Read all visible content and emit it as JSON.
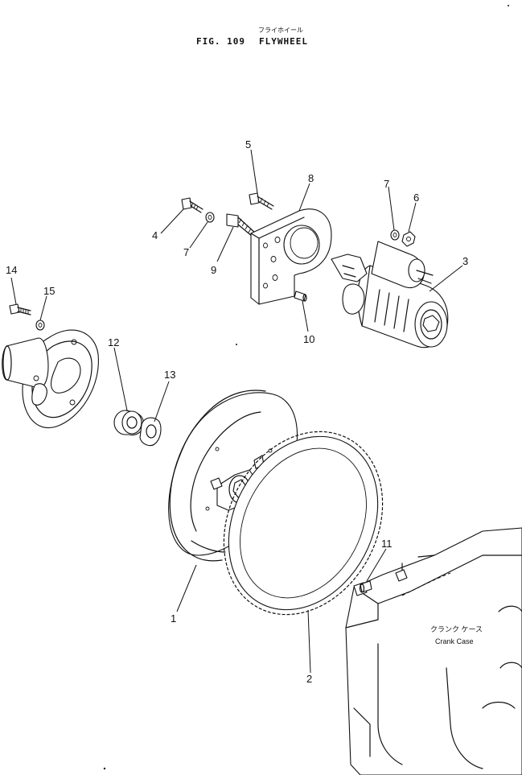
{
  "figure": {
    "title_jp": "フライホイール",
    "fig_label": "FIG. 109",
    "title_en": "FLYWHEEL"
  },
  "callouts": {
    "c1": "1",
    "c2": "2",
    "c3": "3",
    "c4": "4",
    "c5": "5",
    "c6": "6",
    "c7a": "7",
    "c7b": "7",
    "c8": "8",
    "c9": "9",
    "c10": "10",
    "c11": "11",
    "c12": "12",
    "c13": "13",
    "c14": "14",
    "c15": "15"
  },
  "crank_case": {
    "label_jp": "クランク ケース",
    "label_en": "Crank Case"
  }
}
